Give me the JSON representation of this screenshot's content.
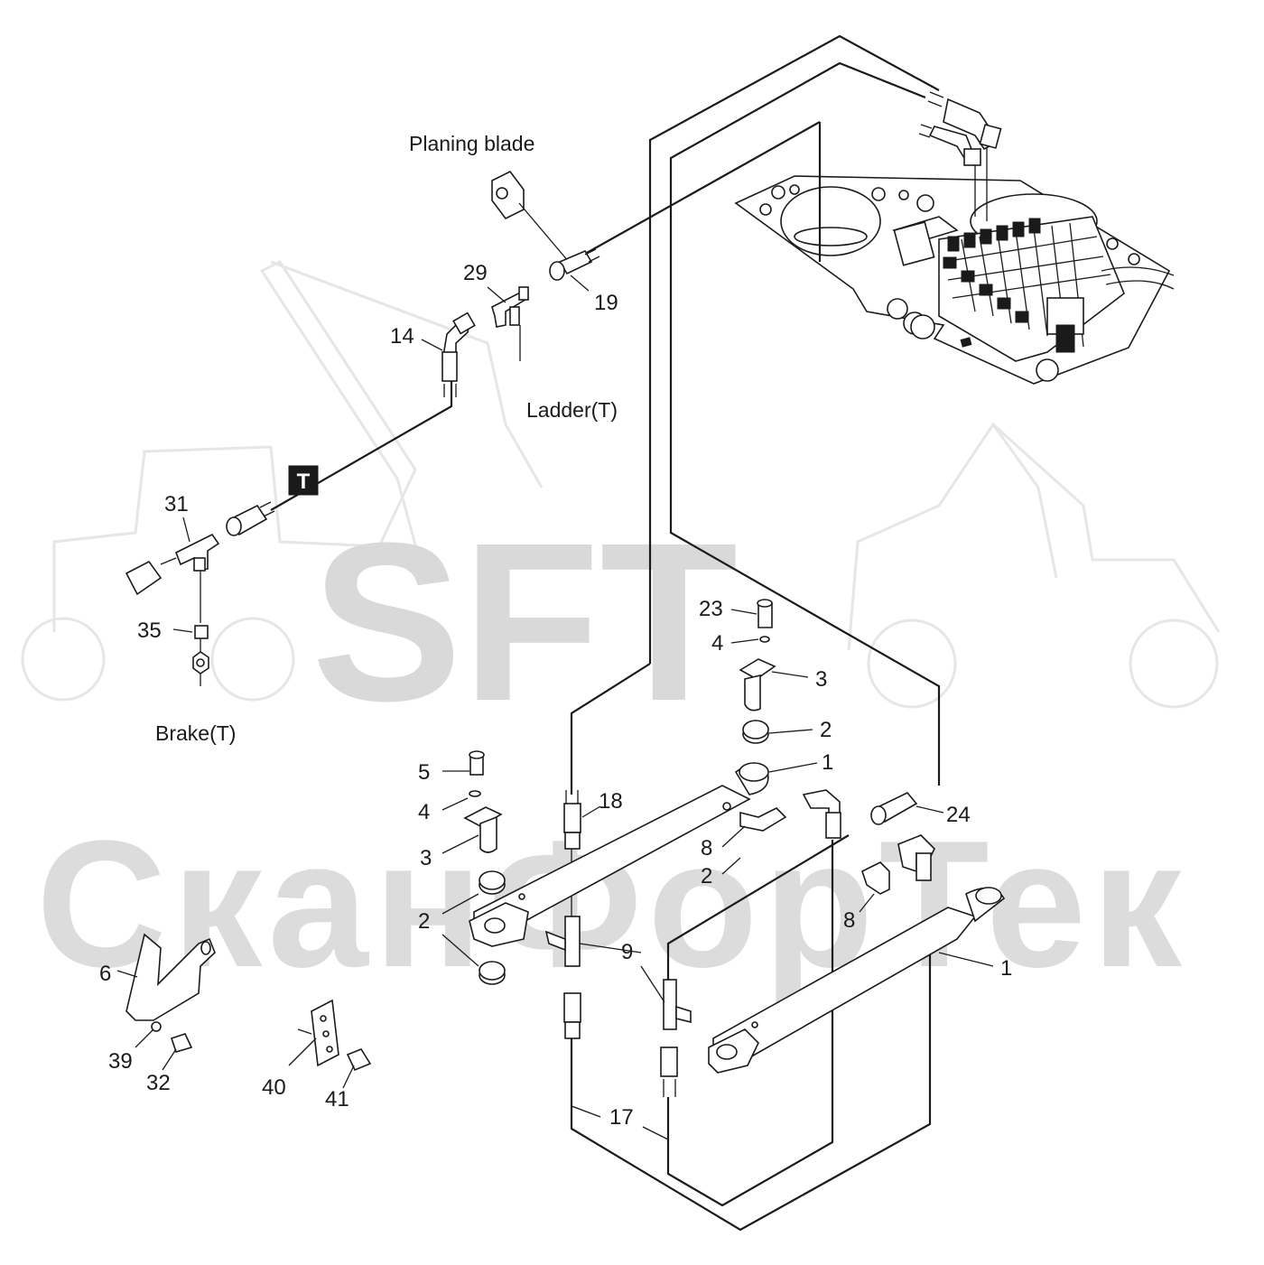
{
  "diagram": {
    "captions": {
      "planing_blade": "Planing blade",
      "ladder": "Ladder(T)",
      "brake": "Brake(T)",
      "t_marker": "T"
    },
    "callouts": {
      "c19": "19",
      "c29": "29",
      "c14": "14",
      "c31": "31",
      "c35": "35",
      "c23": "23",
      "c4a": "4",
      "c3a": "3",
      "c2a": "2",
      "c1a": "1",
      "c5": "5",
      "c4b": "4",
      "c3b": "3",
      "c2b": "2",
      "c18": "18",
      "c24": "24",
      "c8a": "8",
      "c2c": "2",
      "c8b": "8",
      "c9": "9",
      "c1b": "1",
      "c6": "6",
      "c39": "39",
      "c32": "32",
      "c40": "40",
      "c41": "41",
      "c17": "17"
    }
  },
  "watermark": {
    "brand": "SFT",
    "brand_full": "СканФорТек"
  }
}
